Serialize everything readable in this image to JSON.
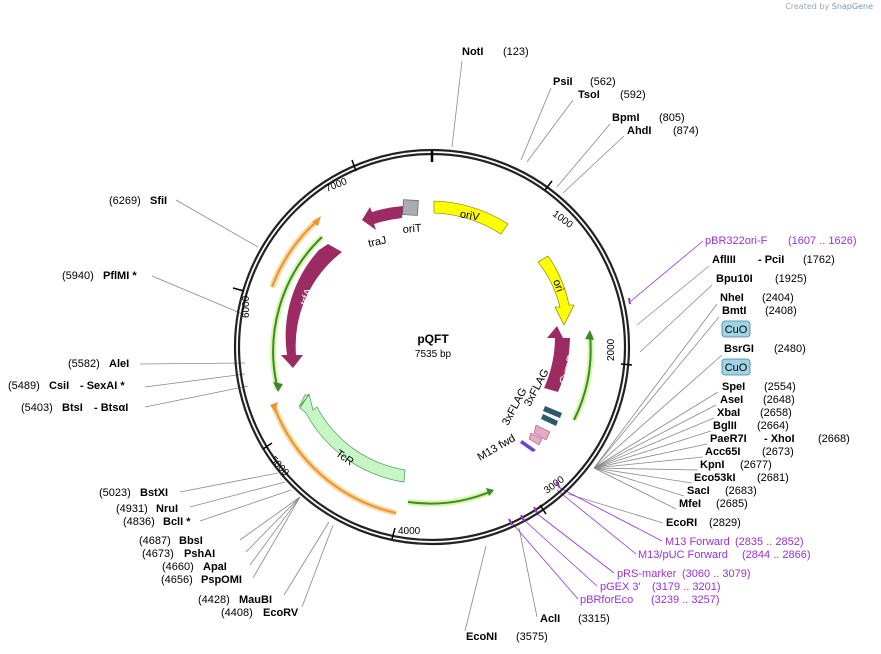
{
  "credit": {
    "prefix": "Created by",
    "brand": "SnapGene"
  },
  "plasmid": {
    "name": "pQFT",
    "length_label": "7535 bp"
  },
  "ticks": [
    "1000",
    "2000",
    "3000",
    "4000",
    "5000",
    "6000",
    "7000"
  ],
  "colors": {
    "backbone": "#222222",
    "primer": "#9b30d9",
    "oriV": "#ffff00",
    "ori": "#ffff00",
    "cymR": "#9c2b63",
    "trfA": "#9c2b63",
    "traJ": "#9c2b63",
    "oriT": "#a9adb0",
    "tcR": "#c6f5c6",
    "cuo": "#9fd4e6"
  },
  "features": {
    "oriV": "oriV",
    "ori": "ori",
    "cymR": "CymR",
    "trfA": "trfA",
    "traJ": "traJ",
    "oriT": "oriT",
    "tcR": "TcR",
    "flag1": "3xFLAG",
    "flag2": "3xFLAG",
    "m13fwd": "M13 fwd"
  },
  "sites": [
    {
      "name": "NotI",
      "pos": "(123)"
    },
    {
      "name": "PsiI",
      "pos": "(562)"
    },
    {
      "name": "TsoI",
      "pos": "(592)"
    },
    {
      "name": "BpmI",
      "pos": "(805)"
    },
    {
      "name": "AhdI",
      "pos": "(874)"
    },
    {
      "name": "AflIII",
      "extra": "- PciI",
      "pos": "(1762)"
    },
    {
      "name": "Bpu10I",
      "pos": "(1925)"
    },
    {
      "name": "NheI",
      "pos": "(2404)"
    },
    {
      "name": "BmtI",
      "pos": "(2408)"
    },
    {
      "name": "BsrGI",
      "pos": "(2480)"
    },
    {
      "name": "SpeI",
      "pos": "(2554)"
    },
    {
      "name": "AseI",
      "pos": "(2648)"
    },
    {
      "name": "XbaI",
      "pos": "(2658)"
    },
    {
      "name": "BglII",
      "pos": "(2664)"
    },
    {
      "name": "PaeR7I",
      "extra": "- XhoI",
      "pos": "(2668)"
    },
    {
      "name": "Acc65I",
      "pos": "(2673)"
    },
    {
      "name": "KpnI",
      "pos": "(2677)"
    },
    {
      "name": "Eco53kI",
      "pos": "(2681)"
    },
    {
      "name": "SacI",
      "pos": "(2683)"
    },
    {
      "name": "MfeI",
      "pos": "(2685)"
    },
    {
      "name": "EcoRI",
      "pos": "(2829)"
    },
    {
      "name": "AclI",
      "pos": "(3315)"
    },
    {
      "name": "EcoNI",
      "pos": "(3575)"
    },
    {
      "name": "EcoRV",
      "pos": "(4408)"
    },
    {
      "name": "MauBI",
      "pos": "(4428)"
    },
    {
      "name": "PspOMI",
      "pos": "(4656)"
    },
    {
      "name": "ApaI",
      "pos": "(4660)"
    },
    {
      "name": "PshAI",
      "pos": "(4673)"
    },
    {
      "name": "BbsI",
      "pos": "(4687)"
    },
    {
      "name": "BclI *",
      "pos": "(4836)"
    },
    {
      "name": "NruI",
      "pos": "(4931)"
    },
    {
      "name": "BstXI",
      "pos": "(5023)"
    },
    {
      "name": "BtsI",
      "extra": "- BtsαI",
      "pos": "(5403)"
    },
    {
      "name": "CsiI",
      "extra": "- SexAI *",
      "pos": "(5489)"
    },
    {
      "name": "AleI",
      "pos": "(5582)"
    },
    {
      "name": "PflMI *",
      "pos": "(5940)"
    },
    {
      "name": "SfiI",
      "pos": "(6269)"
    }
  ],
  "primers": [
    {
      "name": "pBR322ori-F",
      "range": "(1607 .. 1626)"
    },
    {
      "name": "M13 Forward",
      "range": "(2835 .. 2852)"
    },
    {
      "name": "M13/pUC Forward",
      "range": "(2844 .. 2866)"
    },
    {
      "name": "pRS-marker",
      "range": "(3060 .. 3079)"
    },
    {
      "name": "pGEX 3'",
      "range": "(3179 .. 3201)"
    },
    {
      "name": "pBRforEco",
      "range": "(3239 .. 3257)"
    }
  ],
  "cuo": [
    "CuO",
    "CuO"
  ]
}
